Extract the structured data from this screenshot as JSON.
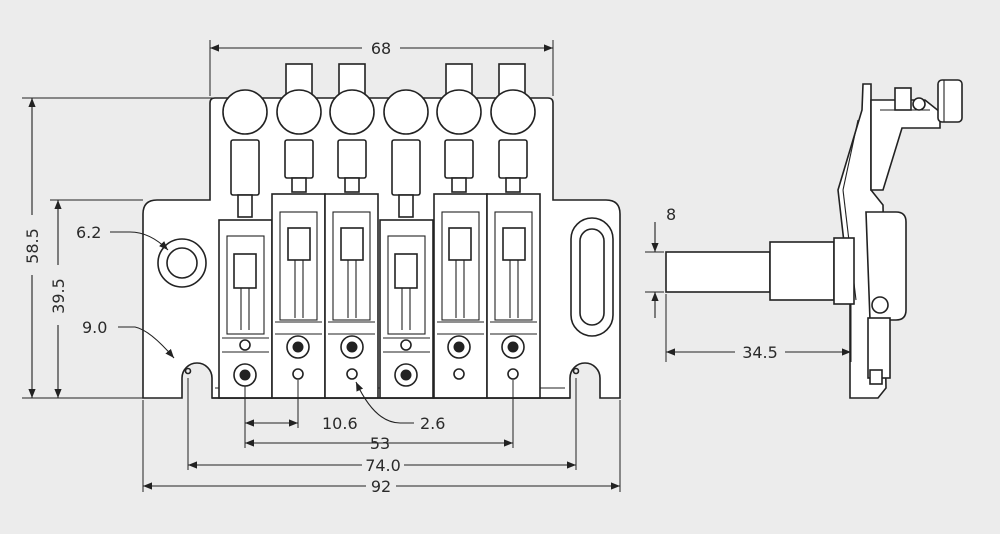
{
  "colors": {
    "background": "#ececec",
    "line": "#222222",
    "part_fill": "#ffffff"
  },
  "dimensions": {
    "top_width": "68",
    "overall_height": "58.5",
    "mount_height": "39.5",
    "hole_diameter": "6.2",
    "slot_width": "9.0",
    "string_spacing": "10.6",
    "screw_diameter": "2.6",
    "outer_string_span": "53",
    "stud_spacing": "74.0",
    "base_width": "92",
    "block_thickness": "8",
    "block_depth": "34.5"
  }
}
